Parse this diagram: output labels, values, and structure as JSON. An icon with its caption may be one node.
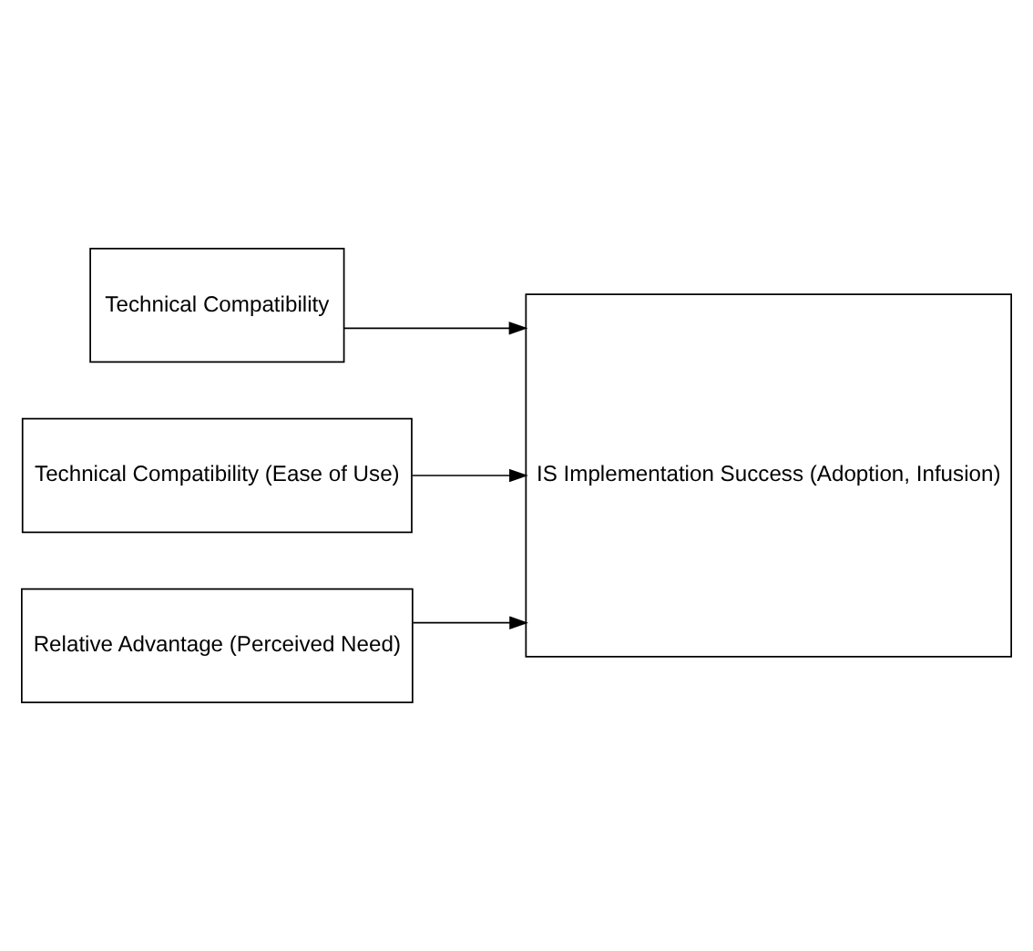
{
  "diagram": {
    "nodes": [
      {
        "text": [
          "Technical Compatibility"
        ]
      },
      {
        "text": [
          "Technical Compatibility (Ease of Use)"
        ]
      },
      {
        "text": [
          "Relative Advantage (Perceived Need)"
        ]
      },
      {
        "text": [
          "IS Implementation Success (Adoption, Infusion)"
        ]
      }
    ],
    "edges": [
      {
        "from": 0,
        "to": 3,
        "arrow": "to"
      },
      {
        "from": 1,
        "to": 3,
        "arrow": "to"
      },
      {
        "from": 2,
        "to": 3,
        "arrow": "to"
      }
    ]
  }
}
